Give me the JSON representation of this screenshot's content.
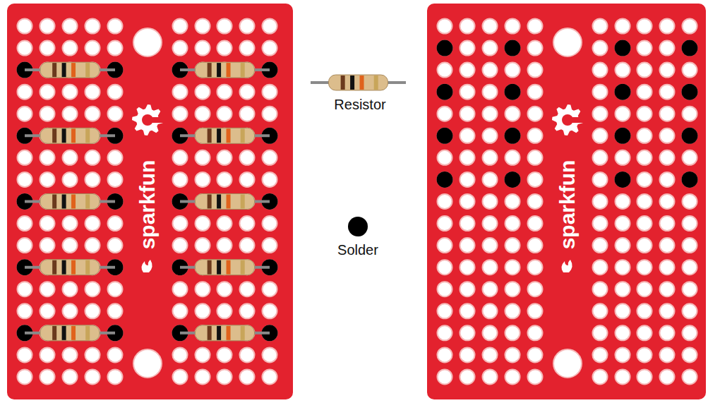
{
  "diagram": {
    "labels": [
      "sparkfun",
      "Resistor",
      "Solder",
      "sparkfun"
    ]
  }
}
